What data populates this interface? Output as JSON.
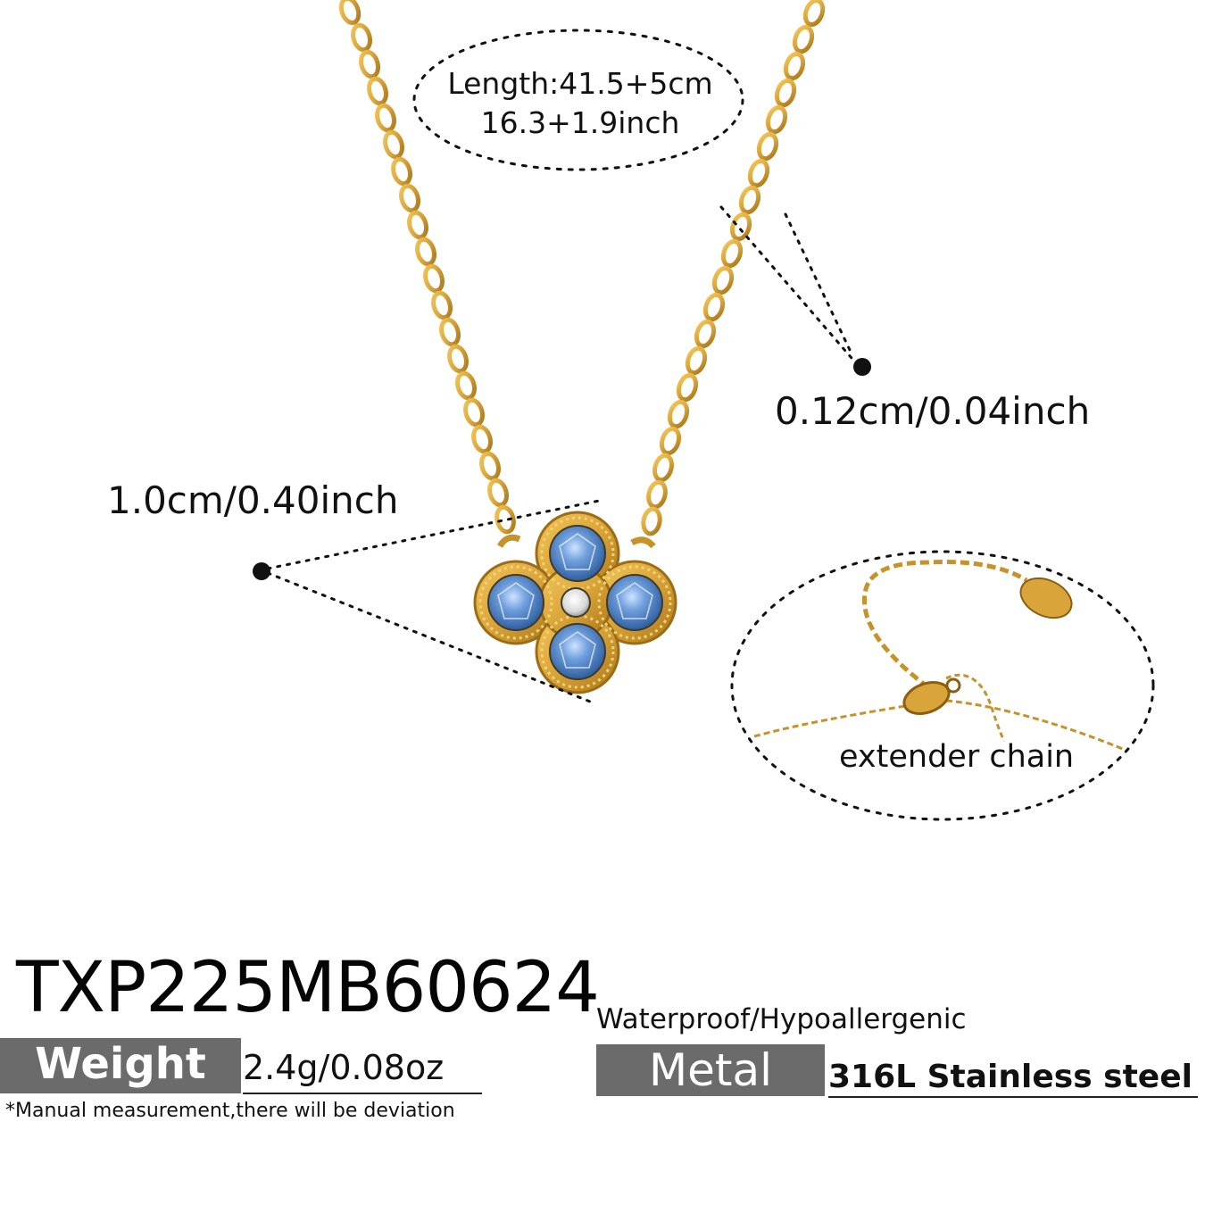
{
  "annotations": {
    "length_line1": "Length:41.5+5cm",
    "length_line2": "16.3+1.9inch",
    "chain_thickness": "0.12cm/0.04inch",
    "pendant_size": "1.0cm/0.40inch",
    "extender": "extender chain"
  },
  "product": {
    "sku": "TXP225MB60624",
    "weight_label": "Weight",
    "weight_value": "2.4g/0.08oz",
    "note": "*Manual measurement,there will be deviation",
    "features": "Waterproof/Hypoallergenic",
    "metal_label": "Metal",
    "metal_value": "316L Stainless steel"
  },
  "colors": {
    "gold": "#d9a53a",
    "gold_dark": "#a87618",
    "stone_blue": "#5b8fd0",
    "tag_gray": "#6b6b6b"
  },
  "images": {
    "main": "gold-clover-necklace-with-blue-stones",
    "inset": "extender-chain-with-lobster-clasp"
  }
}
